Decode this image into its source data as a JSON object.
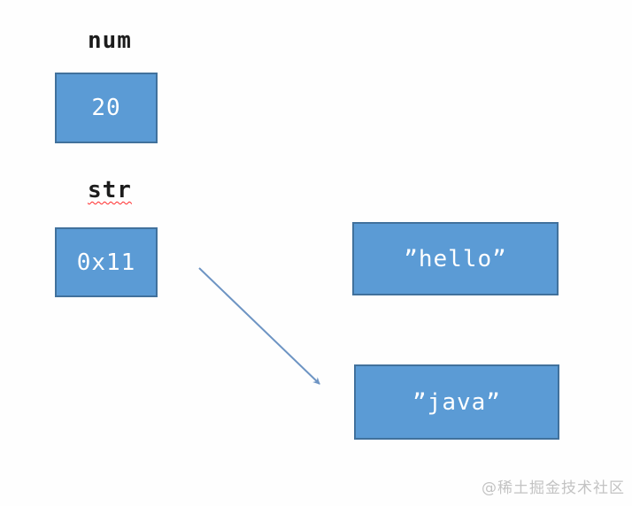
{
  "diagram": {
    "variables": [
      {
        "name": "num",
        "label": "num",
        "value": "20"
      },
      {
        "name": "str",
        "label": "str",
        "value": "0x11"
      }
    ],
    "heap_objects": [
      {
        "name": "hello",
        "value": "”hello”"
      },
      {
        "name": "java",
        "value": "”java”"
      }
    ],
    "arrow": {
      "from": "str-box",
      "to": "java-box"
    },
    "watermark": "@稀土掘金技术社区",
    "colors": {
      "box_fill": "#5B9BD5",
      "box_border": "#41719C",
      "box_text": "#FFFFFF",
      "label_text": "#1C1C1C",
      "arrow": "#6D94C3",
      "spellcheck_underline": "#FF2A2A",
      "watermark_text": "#C3C3C3"
    }
  }
}
